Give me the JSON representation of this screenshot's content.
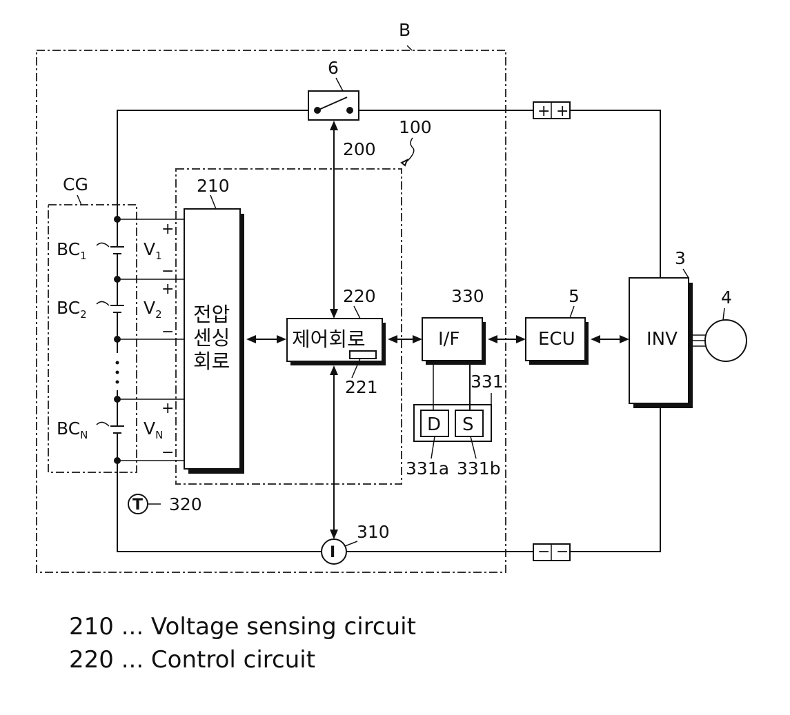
{
  "labels": {
    "battery_B": "B",
    "switch_6": "6",
    "device_100": "100",
    "circuit_200": "200",
    "cell_group": "CG",
    "ref_210": "210",
    "ref_220": "220",
    "ref_221": "221",
    "ref_330": "330",
    "ref_331": "331",
    "ref_331a": "331a",
    "ref_331b": "331b",
    "ref_5": "5",
    "ref_3": "3",
    "ref_4": "4",
    "ref_310": "310",
    "ref_320": "320"
  },
  "cells": [
    {
      "name": "BC",
      "sub": "1",
      "volt": "V",
      "vsub": "1"
    },
    {
      "name": "BC",
      "sub": "2",
      "volt": "V",
      "vsub": "2"
    },
    {
      "name": "BC",
      "sub": "N",
      "volt": "V",
      "vsub": "N"
    }
  ],
  "blocks": {
    "voltage_sensing_line1": "전압",
    "voltage_sensing_line2": "센싱",
    "voltage_sensing_line3": "회로",
    "control": "제어회로",
    "interface": "I/F",
    "display": "D",
    "speaker": "S",
    "ecu": "ECU",
    "inverter": "INV",
    "temp_sensor": "T",
    "current_sensor": "I"
  },
  "symbols": {
    "plus": "+",
    "minus": "−",
    "terminal_pos": "+ +",
    "terminal_neg": "− −"
  },
  "legend": [
    "210 ... Voltage sensing circuit",
    "220 ... Control circuit"
  ]
}
